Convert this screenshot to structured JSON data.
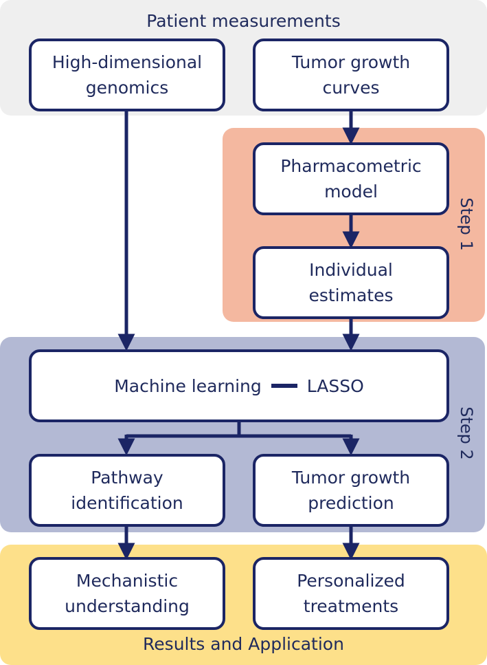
{
  "panels": {
    "top_title": "Patient measurements",
    "step1_label": "Step 1",
    "step2_label": "Step 2",
    "bottom_title": "Results and Application"
  },
  "boxes": {
    "genomics": [
      "High-dimensional",
      "genomics"
    ],
    "tumor_curves": [
      "Tumor growth",
      "curves"
    ],
    "pharmacometric": [
      "Pharmacometric",
      "model"
    ],
    "individual": [
      "Individual",
      "estimates"
    ],
    "ml_left": "Machine learning",
    "ml_right": "LASSO",
    "pathway": [
      "Pathway",
      "identification"
    ],
    "tumor_prediction": [
      "Tumor growth",
      "prediction"
    ],
    "mechanistic": [
      "Mechanistic",
      "understanding"
    ],
    "personalized": [
      "Personalized",
      "treatments"
    ]
  },
  "colors": {
    "navy": "#1b2565",
    "patient_panel": "#efefef",
    "step1_panel": "#f4b8a0",
    "step2_panel": "#b3b9d4",
    "results_panel": "#fde08a"
  }
}
